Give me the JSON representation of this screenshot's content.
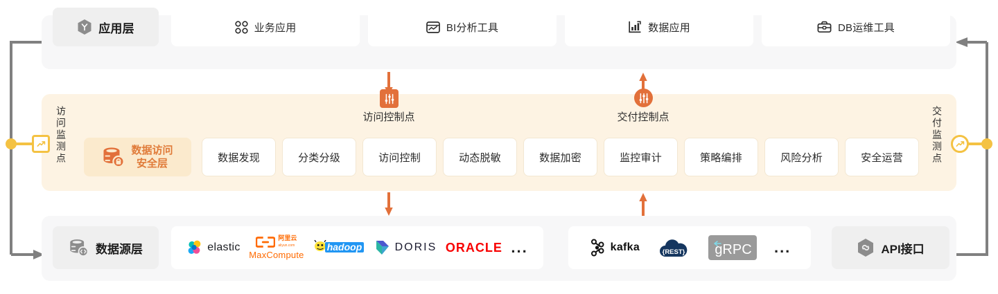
{
  "application_layer": {
    "head": {
      "label": "应用层",
      "icon": "hexagon-y-icon"
    },
    "items": [
      {
        "label": "业务应用",
        "icon": "grid-dots-icon"
      },
      {
        "label": "BI分析工具",
        "icon": "chart-window-icon"
      },
      {
        "label": "数据应用",
        "icon": "bar-chart-icon"
      },
      {
        "label": "DB运维工具",
        "icon": "toolbox-icon"
      }
    ]
  },
  "security_layer": {
    "main": {
      "line1": "数据访问",
      "line2": "安全层",
      "icon": "database-lock-icon"
    },
    "control_points": [
      {
        "label": "访问控制点",
        "badge_icon": "sliders-icon",
        "badge_shape": "square"
      },
      {
        "label": "交付控制点",
        "badge_icon": "sliders-icon",
        "badge_shape": "round"
      }
    ],
    "capabilities": [
      {
        "label": "数据发现"
      },
      {
        "label": "分类分级"
      },
      {
        "label": "访问控制"
      },
      {
        "label": "动态脱敏"
      },
      {
        "label": "数据加密"
      },
      {
        "label": "监控审计"
      },
      {
        "label": "策略编排"
      },
      {
        "label": "风险分析"
      },
      {
        "label": "安全运营"
      }
    ],
    "side_labels": {
      "left": "访问监测点",
      "right": "交付监测点"
    },
    "monitor_icons": {
      "left": "trend-chart-icon",
      "right": "trend-chart-icon"
    }
  },
  "datasource_layer": {
    "head": {
      "label": "数据源层",
      "icon": "database-code-icon"
    },
    "left_group": [
      {
        "name": "elastic",
        "type": "logo"
      },
      {
        "name": "MaxCompute",
        "sub": "阿里云",
        "type": "logo"
      },
      {
        "name": "hadoop",
        "type": "logo"
      },
      {
        "name": "DORIS",
        "type": "logo"
      },
      {
        "name": "ORACLE",
        "type": "logo"
      },
      {
        "name": "...",
        "type": "ellipsis"
      }
    ],
    "right_group": [
      {
        "name": "kafka",
        "type": "logo"
      },
      {
        "name": "{REST}",
        "type": "logo"
      },
      {
        "name": "gRPC",
        "type": "logo"
      },
      {
        "name": "...",
        "type": "ellipsis"
      }
    ],
    "api": {
      "label": "API接口",
      "icon": "api-link-icon"
    }
  },
  "colors": {
    "orange_band": "#fdf3e3",
    "orange_accent": "#e2703a",
    "orange_chip": "#fbeacd",
    "grey_band": "#f7f7f8",
    "grey_chip": "#efefef",
    "yellow_monitor": "#f4c243",
    "connector_grey": "#808080"
  }
}
